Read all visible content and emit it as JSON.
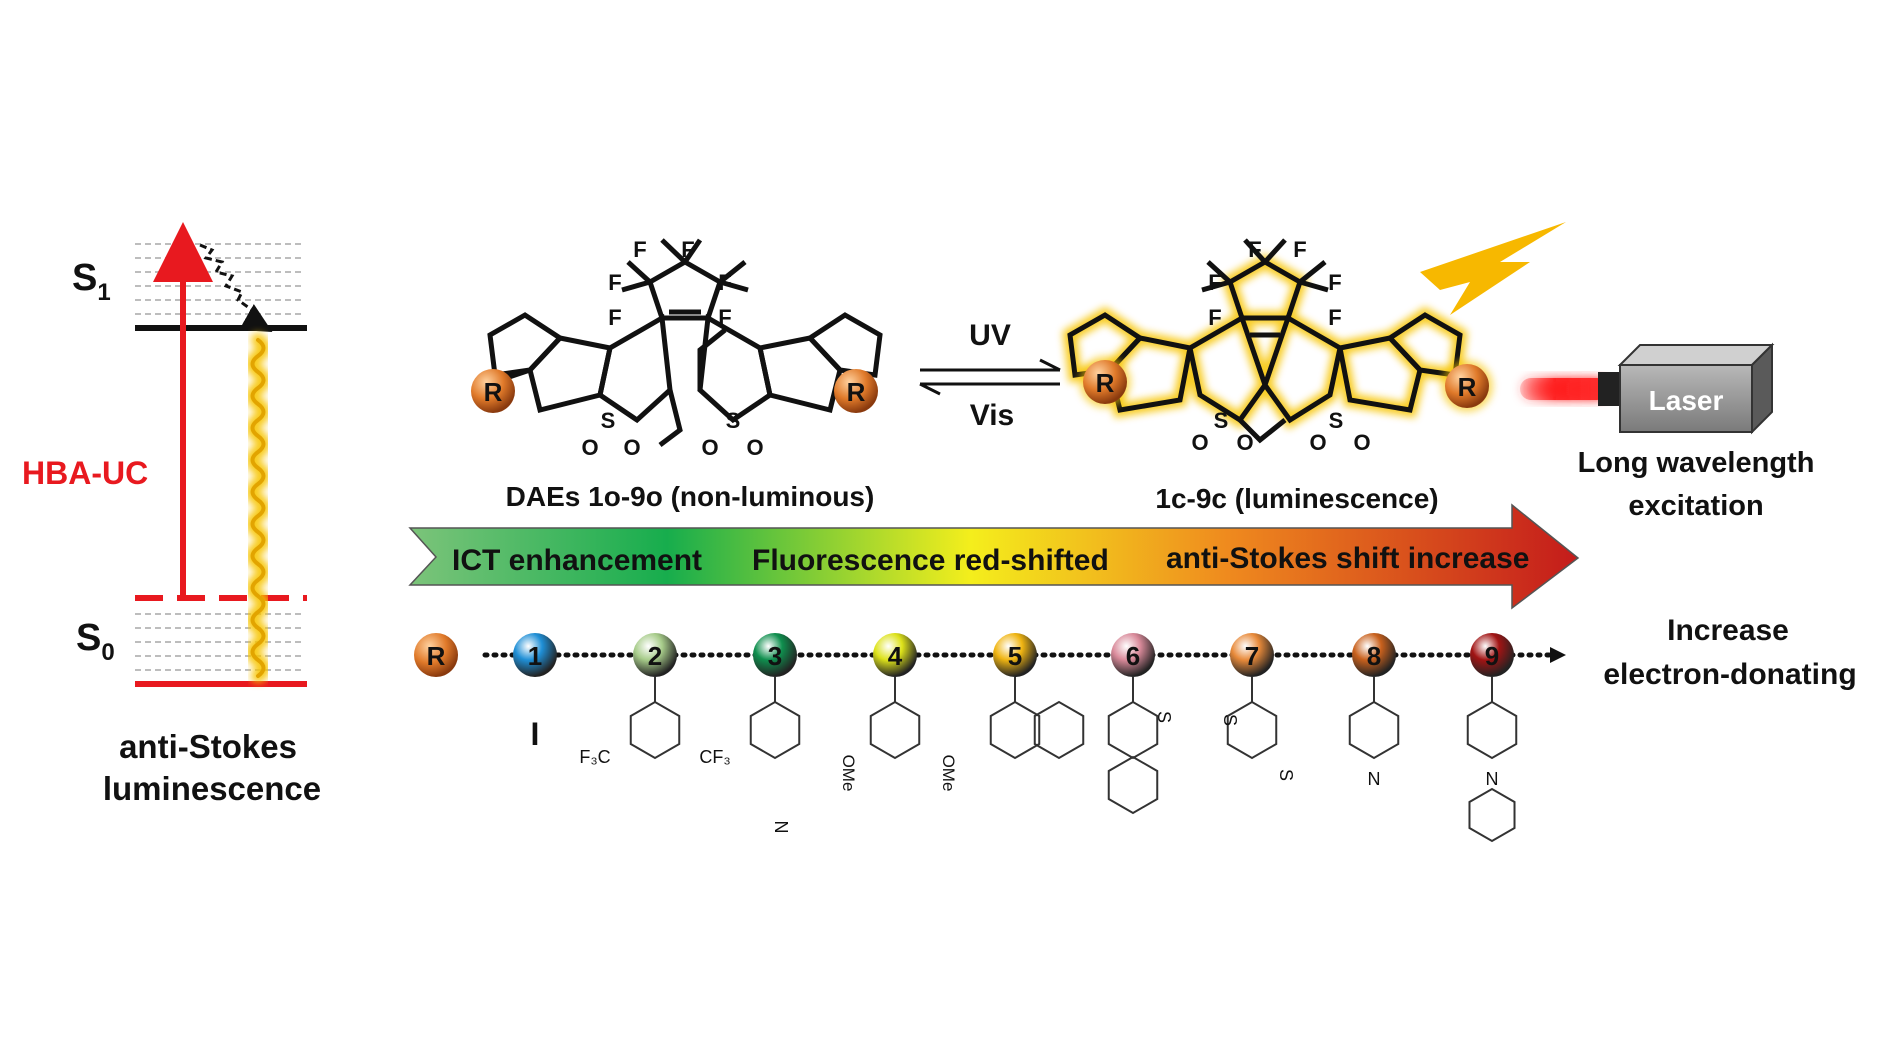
{
  "energy_diagram": {
    "s1_label": "S",
    "s1_sub": "1",
    "s0_label": "S",
    "s0_sub": "0",
    "process_label": "HBA-UC",
    "caption_line1": "anti-Stokes",
    "caption_line2": "luminescence",
    "colors": {
      "excitation": "#e8191f",
      "glow": "#f7c400"
    }
  },
  "switch": {
    "forward_label": "UV",
    "reverse_label": "Vis",
    "open_caption": "DAEs 1o-9o (non-luminous)",
    "closed_caption": "1c-9c (luminescence)",
    "substituent": "R",
    "atoms": {
      "f": "F",
      "s": "S",
      "o": "O"
    }
  },
  "laser": {
    "label": "Laser",
    "caption_line1": "Long wavelength",
    "caption_line2": "excitation",
    "icon": "lightning-bolt-icon"
  },
  "gradient_arrow": {
    "segments": [
      "ICT enhancement",
      "Fluorescence red-shifted",
      "anti-Stokes shift increase"
    ],
    "colors": [
      "#6dbf5b",
      "#1fb14a",
      "#f7ee1b",
      "#ee7d1f",
      "#c71c1c"
    ]
  },
  "series": {
    "r_label": "R",
    "items": [
      {
        "num": "1",
        "color": "#1f8fd6",
        "group": "I"
      },
      {
        "num": "2",
        "color": "#a7cc8a"
      },
      {
        "num": "3",
        "color": "#0f8f4e"
      },
      {
        "num": "4",
        "color": "#dde21a"
      },
      {
        "num": "5",
        "color": "#f0b512"
      },
      {
        "num": "6",
        "color": "#d98a9a"
      },
      {
        "num": "7",
        "color": "#e88a3a"
      },
      {
        "num": "8",
        "color": "#c9611d"
      },
      {
        "num": "9",
        "color": "#a11414"
      }
    ],
    "trend_line1": "Increase",
    "trend_line2": "electron-donating",
    "labels": {
      "cf3_left": "F₃C",
      "cf3_right": "CF₃",
      "nitrile": "N",
      "ome": "OMe",
      "thio": "S",
      "amine": "N"
    }
  }
}
